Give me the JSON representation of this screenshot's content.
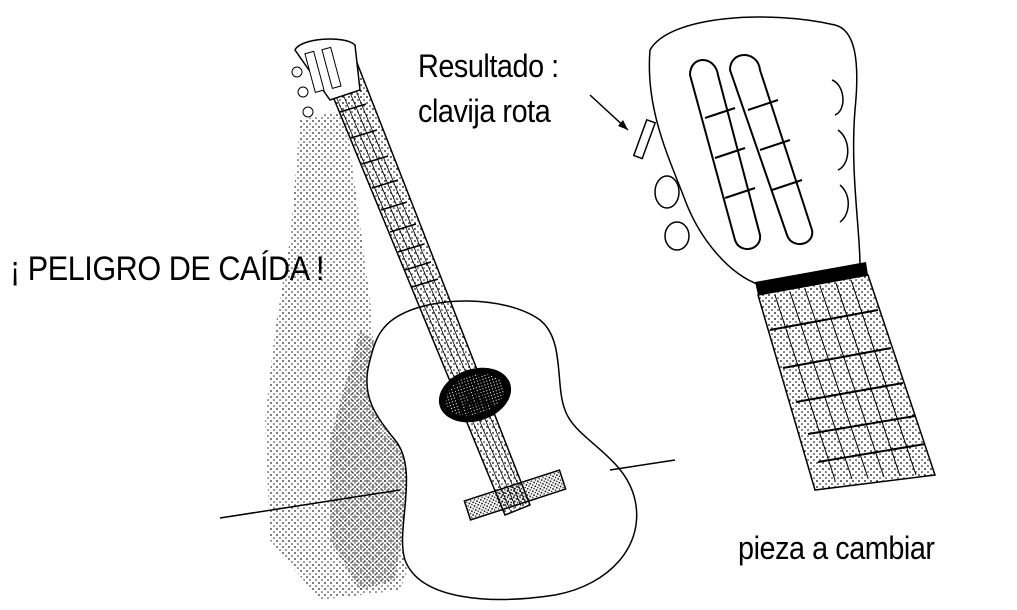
{
  "labels": {
    "danger": "¡ PELIGRO DE CAÍDA !",
    "result_line1": "Resultado :",
    "result_line2": "clavija rota",
    "piece": "pieza a cambiar"
  },
  "colors": {
    "ink": "#000000",
    "background": "#ffffff"
  }
}
